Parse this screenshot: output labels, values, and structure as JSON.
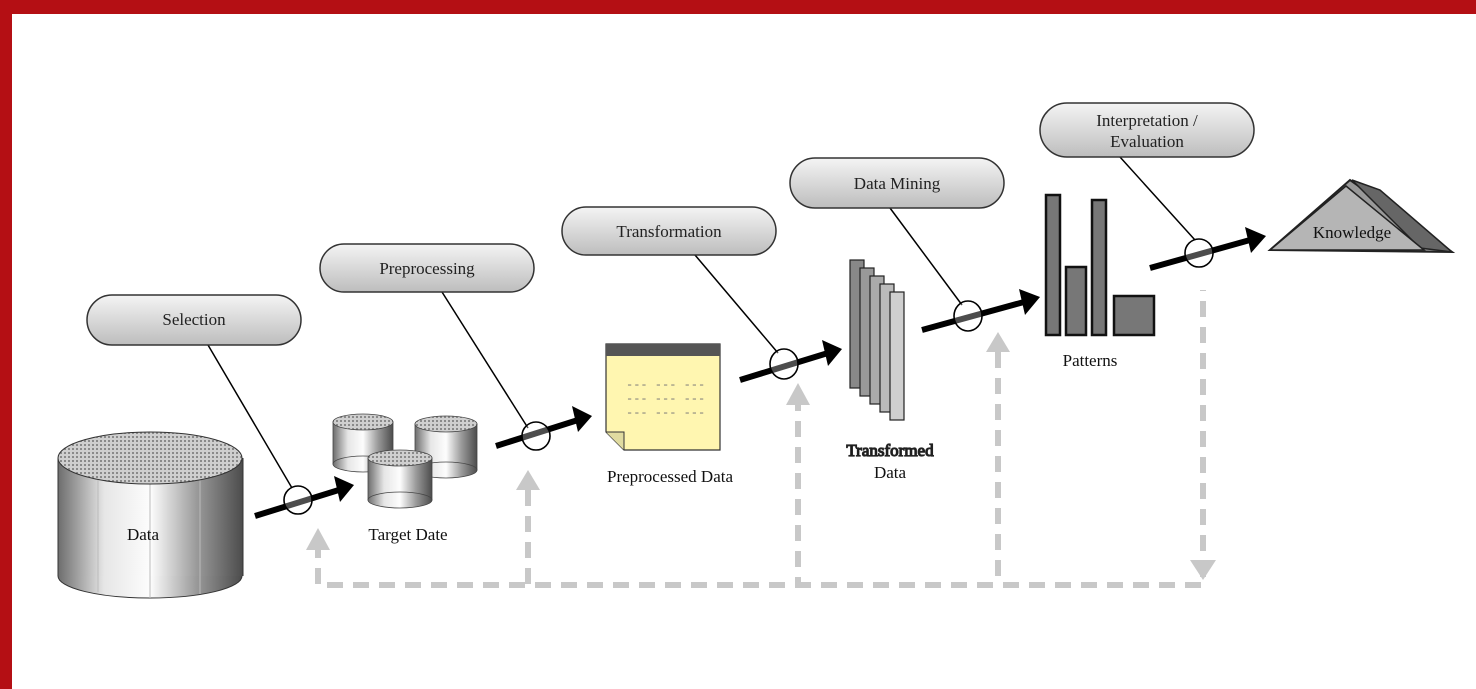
{
  "stages": [
    {
      "label": "Selection"
    },
    {
      "label": "Preprocessing"
    },
    {
      "label": "Transformation"
    },
    {
      "label": "Data Mining"
    },
    {
      "label_line1": "Interpretation /",
      "label_line2": "Evaluation"
    }
  ],
  "nodes": {
    "data": "Data",
    "target_data": "Target Date",
    "preprocessed_data": "Preprocessed Data",
    "transformed_data_line1": "Transformed",
    "transformed_data_line2": "Data",
    "patterns": "Patterns",
    "knowledge": "Knowledge"
  },
  "colors": {
    "frame": "#b40f14",
    "pill_fill": "#dcdcdc",
    "arrow": "#000000",
    "feedback": "#c8c8c8",
    "doc_fill": "#fff6b0"
  }
}
